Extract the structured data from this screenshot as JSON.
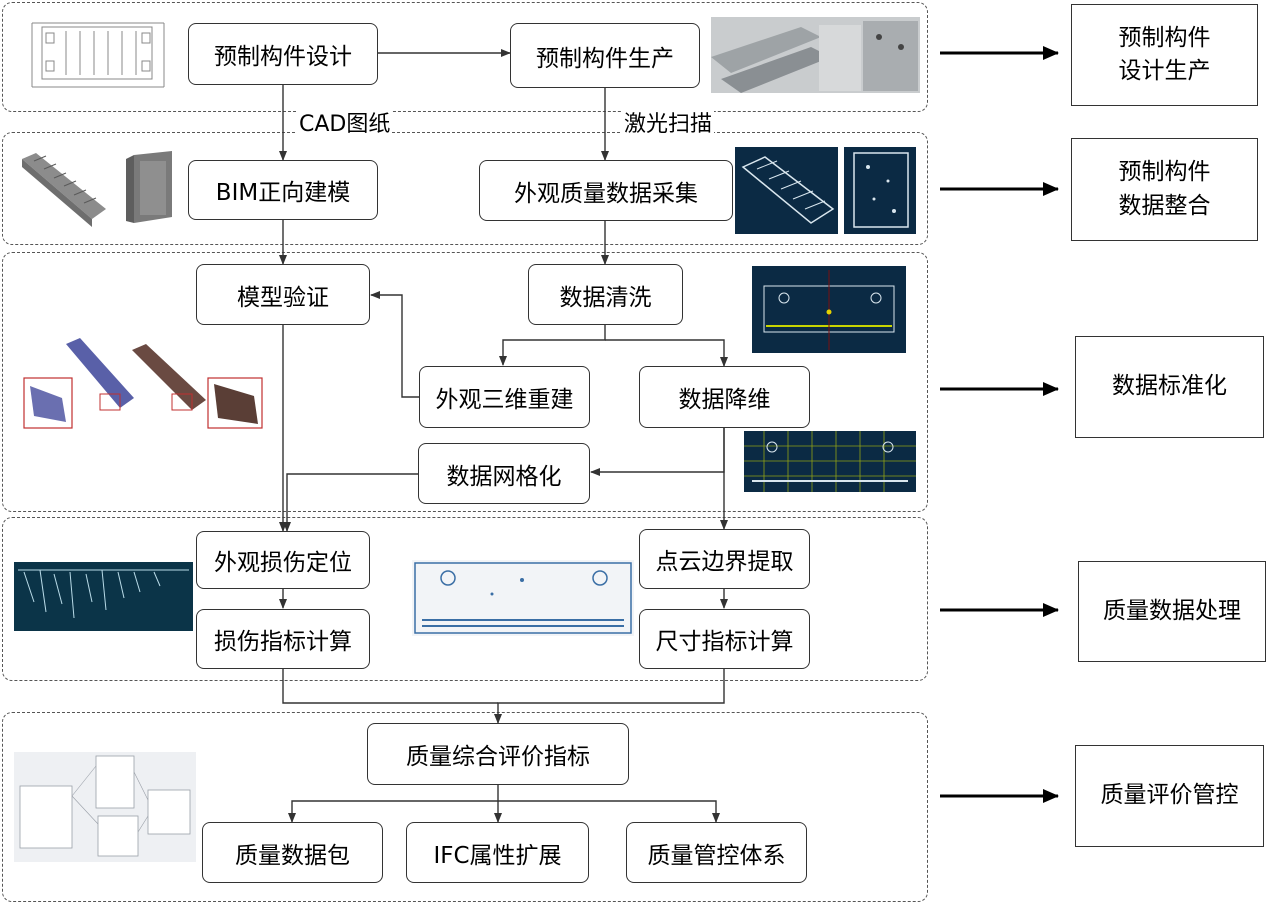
{
  "stages": [
    {
      "node_text": "预制构件设计",
      "side": "预制构件\n设计生产"
    },
    {
      "side": "预制构件\n数据整合"
    },
    {
      "side": "数据标准化"
    },
    {
      "side": "质量数据处理"
    },
    {
      "side": "质量评价管控"
    }
  ],
  "nodes": {
    "design": "预制构件设计",
    "production": "预制构件生产",
    "bim": "BIM正向建模",
    "collect": "外观质量数据采集",
    "verify": "模型验证",
    "clean": "数据清洗",
    "recon": "外观三维重建",
    "reduce": "数据降维",
    "mesh": "数据网格化",
    "damage_loc": "外观损伤定位",
    "boundary": "点云边界提取",
    "damage_calc": "损伤指标计算",
    "size_calc": "尺寸指标计算",
    "eval": "质量综合评价指标",
    "pack": "质量数据包",
    "ifc": "IFC属性扩展",
    "control": "质量管控体系"
  },
  "edge_labels": {
    "cad": "CAD图纸",
    "laser": "激光扫描"
  },
  "side_labels": {
    "s1": "预制构件\n设计生产",
    "s2": "预制构件\n数据整合",
    "s3": "数据标准化",
    "s4": "质量数据处理",
    "s5": "质量评价管控"
  },
  "colors": {
    "line": "#333333",
    "dashed": "#555555",
    "pointcloud_bg": "#0b2a44",
    "grid": "#c8d400",
    "damage_blue": "#1d5f7a"
  }
}
